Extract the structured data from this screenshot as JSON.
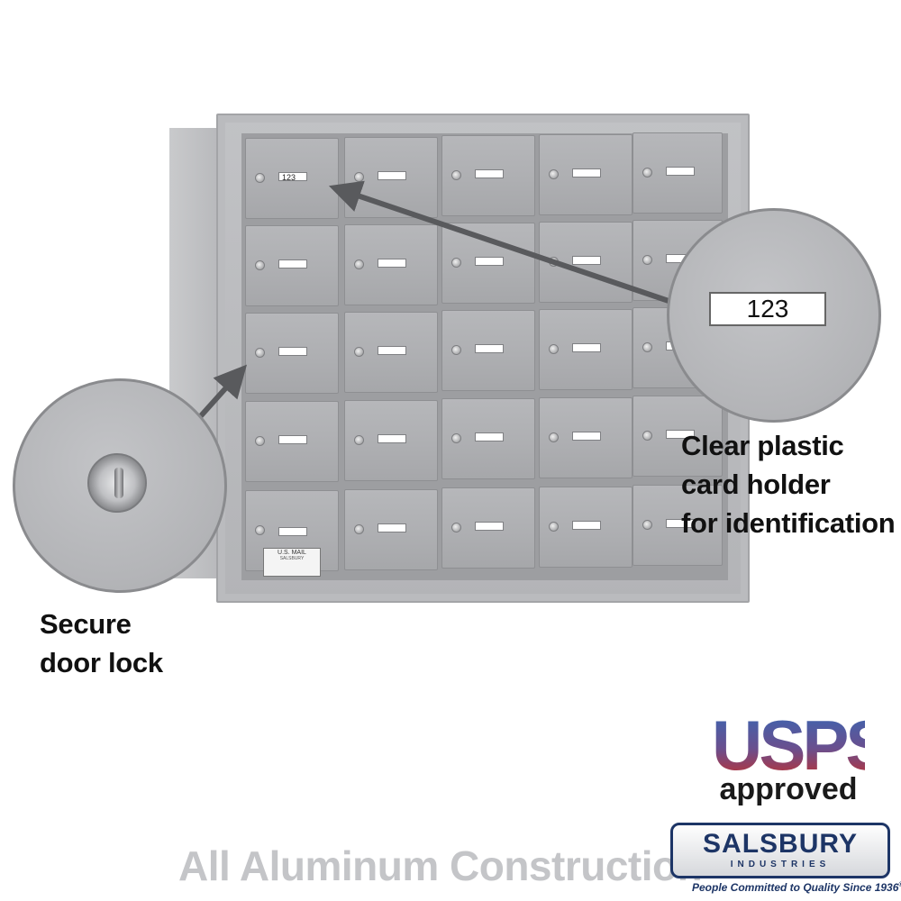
{
  "product": {
    "box_number": "123",
    "mail_label": {
      "title": "U.S. MAIL",
      "brand": "SALSBURY"
    },
    "rows": 5,
    "columns": 5,
    "color": "#b3b4b7"
  },
  "callouts": {
    "card_zoom_number": "123",
    "card_holder_lines": [
      "Clear plastic",
      "card holder",
      "for identification"
    ],
    "lock_lines": [
      "Secure",
      "door lock"
    ]
  },
  "footer": {
    "construction": "All Aluminum Construction",
    "usps_logo": "USPS",
    "usps_approved": "approved",
    "brand_name": "SALSBURY",
    "brand_sub": "INDUSTRIES",
    "tagline": "People Committed to Quality Since 1936",
    "registered_mark": "®"
  },
  "colors": {
    "usps_blue": "#3a66b2",
    "usps_red": "#c0302f",
    "salsbury_navy": "#1d3566",
    "construction_gray": "#c4c5c8"
  }
}
